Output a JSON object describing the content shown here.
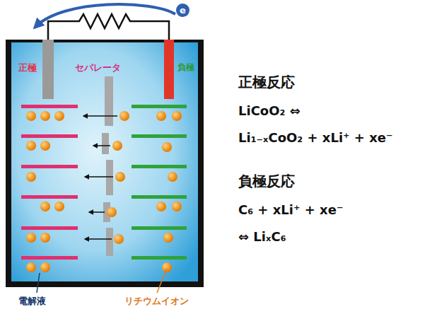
{
  "diagram": {
    "nodes": [
      {
        "text": [
          "e"
        ]
      }
    ],
    "labels": [
      "正極",
      "セパレータ",
      "負極",
      "電解液",
      "リチウムイオン",
      "正極反応",
      "LiCoO₂ ⇔",
      "Li₁₋ₓCoO₂ + xLi⁺ + xe⁻",
      "負極反応",
      "C₆ + xLi⁺ + xe⁻",
      "⇔ LiₓC₆"
    ]
  }
}
